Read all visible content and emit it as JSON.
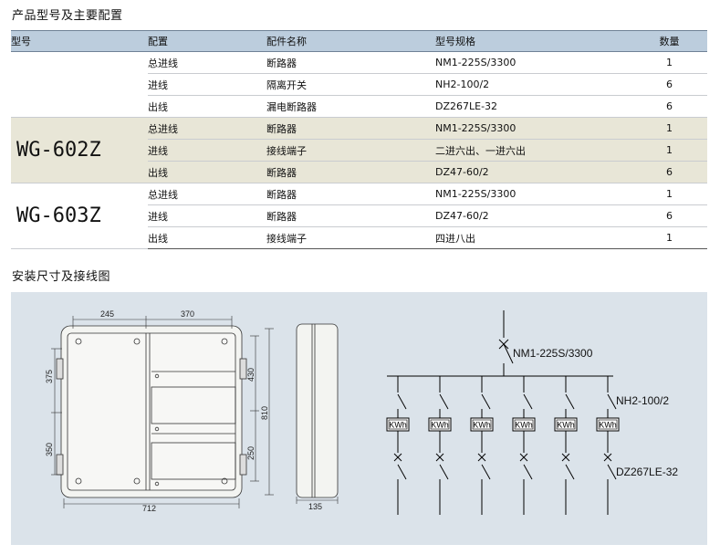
{
  "headings": {
    "config": "产品型号及主要配置",
    "install": "安装尺寸及接线图"
  },
  "table": {
    "headers": [
      "型号",
      "配置",
      "配件名称",
      "型号规格",
      "数量"
    ],
    "groups": [
      {
        "model": "",
        "rows": [
          [
            "总进线",
            "断路器",
            "NM1-225S/3300",
            "1"
          ],
          [
            "进线",
            "隔离开关",
            "NH2-100/2",
            "6"
          ],
          [
            "出线",
            "漏电断路器",
            "DZ267LE-32",
            "6"
          ]
        ]
      },
      {
        "model": "WG-602Z",
        "rows": [
          [
            "总进线",
            "断路器",
            "NM1-225S/3300",
            "1"
          ],
          [
            "进线",
            "接线端子",
            "二进六出、一进六出",
            "1"
          ],
          [
            "出线",
            "断路器",
            "DZ47-60/2",
            "6"
          ]
        ]
      },
      {
        "model": "WG-603Z",
        "rows": [
          [
            "总进线",
            "断路器",
            "NM1-225S/3300",
            "1"
          ],
          [
            "进线",
            "断路器",
            "DZ47-60/2",
            "6"
          ],
          [
            "出线",
            "接线端子",
            "四进八出",
            "1"
          ]
        ]
      }
    ]
  },
  "drawing": {
    "front": {
      "dim_top_left": "245",
      "dim_top_right": "370",
      "dim_left_top": "375",
      "dim_left_bottom": "350",
      "dim_right_1": "430",
      "dim_right_2": "250",
      "dim_right_total": "810",
      "dim_bottom": "712"
    },
    "side": {
      "dim_bottom": "135"
    },
    "wiring": {
      "main_breaker": "NM1-225S/3300",
      "isolator": "NH2-100/2",
      "meter": "KWh",
      "rcd": "DZ267LE-32",
      "branch_count": 6
    }
  }
}
